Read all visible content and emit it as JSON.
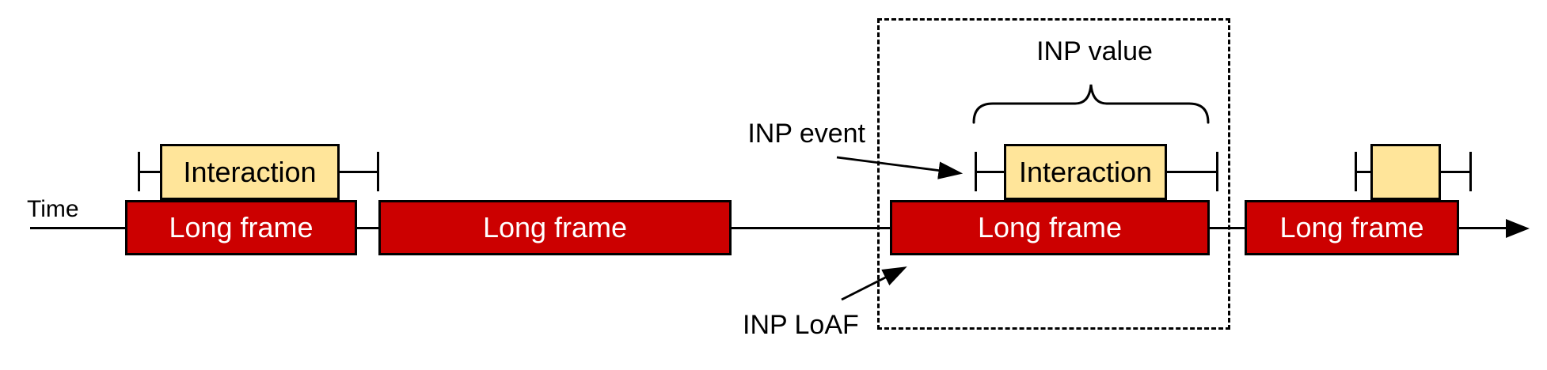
{
  "diagram": {
    "time_label": "Time",
    "long_frames": [
      {
        "label": "Long frame"
      },
      {
        "label": "Long frame"
      },
      {
        "label": "Long frame"
      },
      {
        "label": "Long frame"
      }
    ],
    "interactions": [
      {
        "label": "Interaction"
      },
      {
        "label": "Interaction"
      },
      {
        "label": ""
      }
    ],
    "annotations": {
      "inp_value": "INP value",
      "inp_event": "INP event",
      "inp_loaf": "INP LoAF"
    },
    "colors": {
      "long_frame_fill": "#cc0000",
      "interaction_fill": "#ffe59a",
      "outline": "#000000",
      "background": "#ffffff"
    }
  }
}
